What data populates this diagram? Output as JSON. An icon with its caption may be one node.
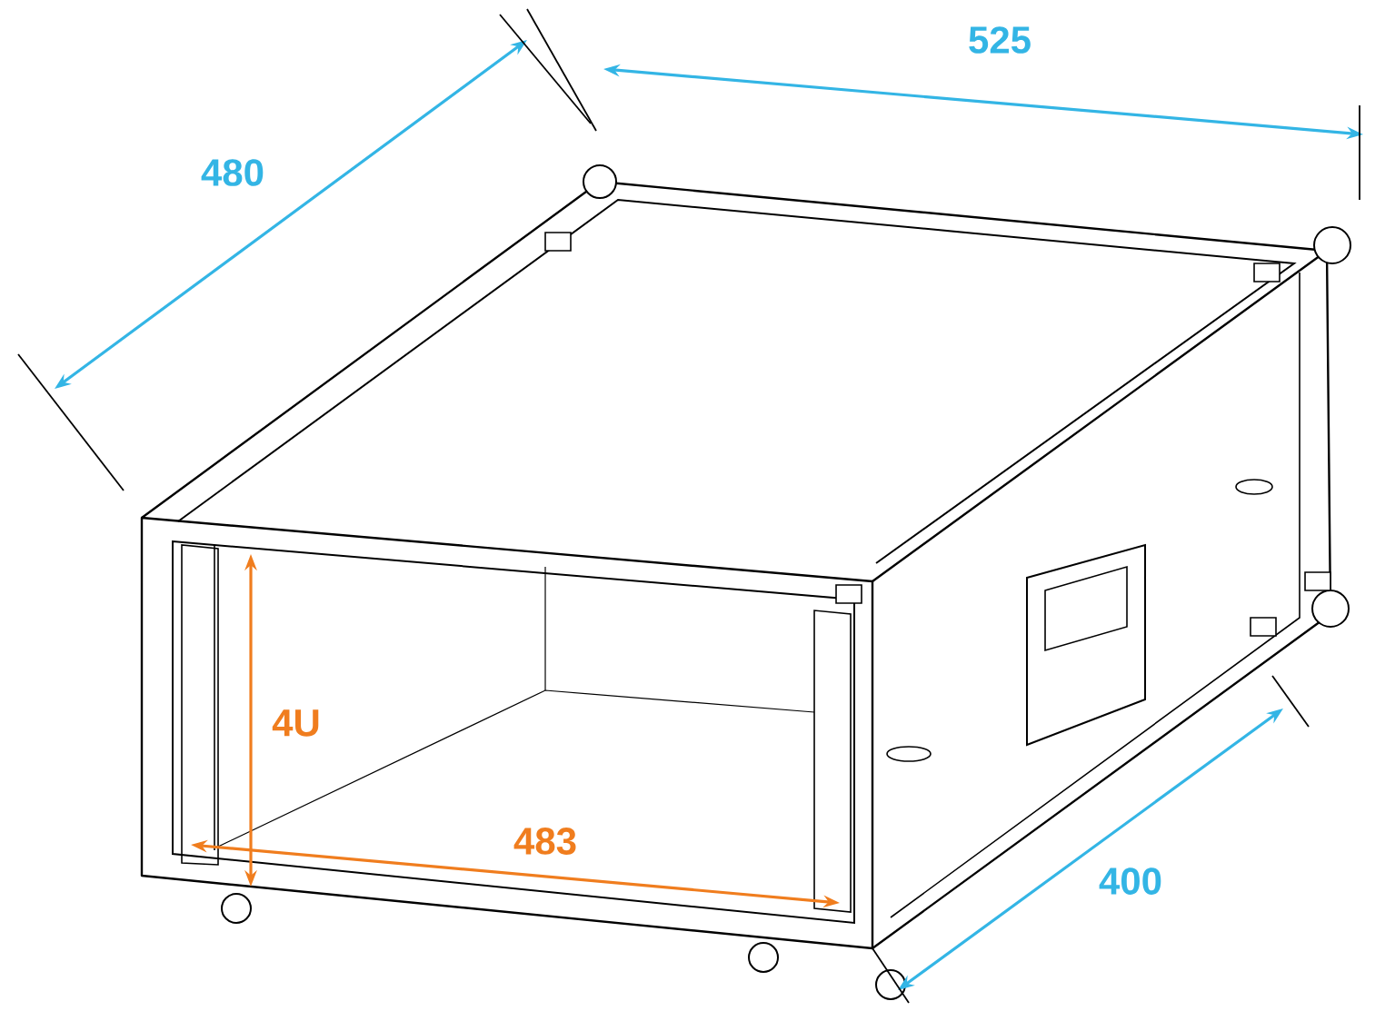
{
  "diagram": {
    "labels": [
      "525",
      "480",
      "4U",
      "483",
      "400"
    ]
  }
}
